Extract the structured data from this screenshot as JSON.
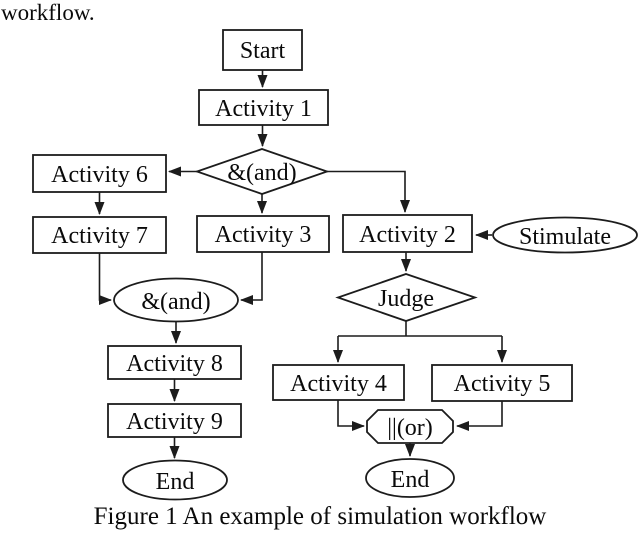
{
  "page": {
    "leading_text": "workflow."
  },
  "caption": "Figure 1 An example of simulation workflow",
  "colors": {
    "line": "#1c1c1c",
    "background": "#ffffff",
    "text": "#0a0a0a"
  },
  "nodes": {
    "start": {
      "label": "Start",
      "type": "rect"
    },
    "activity1": {
      "label": "Activity 1",
      "type": "rect"
    },
    "and_split": {
      "label": "&(and)",
      "type": "diamond"
    },
    "activity6": {
      "label": "Activity 6",
      "type": "rect"
    },
    "activity7": {
      "label": "Activity 7",
      "type": "rect"
    },
    "activity3": {
      "label": "Activity 3",
      "type": "rect"
    },
    "activity2": {
      "label": "Activity 2",
      "type": "rect"
    },
    "stimulate": {
      "label": "Stimulate",
      "type": "ellipse"
    },
    "judge": {
      "label": "Judge",
      "type": "diamond"
    },
    "and_join": {
      "label": "&(and)",
      "type": "ellipse"
    },
    "activity8": {
      "label": "Activity 8",
      "type": "rect"
    },
    "activity9": {
      "label": "Activity 9",
      "type": "rect"
    },
    "end_left": {
      "label": "End",
      "type": "ellipse"
    },
    "activity4": {
      "label": "Activity 4",
      "type": "rect"
    },
    "activity5": {
      "label": "Activity 5",
      "type": "rect"
    },
    "or_join": {
      "label": "||(or)",
      "type": "octagon"
    },
    "end_right": {
      "label": "End",
      "type": "ellipse"
    }
  },
  "edges": [
    {
      "from": "start",
      "to": "activity1"
    },
    {
      "from": "activity1",
      "to": "and_split"
    },
    {
      "from": "and_split",
      "to": "activity6"
    },
    {
      "from": "and_split",
      "to": "activity3"
    },
    {
      "from": "and_split",
      "to": "activity2"
    },
    {
      "from": "activity6",
      "to": "activity7"
    },
    {
      "from": "activity7",
      "to": "and_join"
    },
    {
      "from": "activity3",
      "to": "and_join"
    },
    {
      "from": "and_join",
      "to": "activity8"
    },
    {
      "from": "activity8",
      "to": "activity9"
    },
    {
      "from": "activity9",
      "to": "end_left"
    },
    {
      "from": "stimulate",
      "to": "activity2"
    },
    {
      "from": "activity2",
      "to": "judge"
    },
    {
      "from": "judge",
      "to": "activity4"
    },
    {
      "from": "judge",
      "to": "activity5"
    },
    {
      "from": "activity4",
      "to": "or_join"
    },
    {
      "from": "activity5",
      "to": "or_join"
    },
    {
      "from": "or_join",
      "to": "end_right"
    }
  ]
}
